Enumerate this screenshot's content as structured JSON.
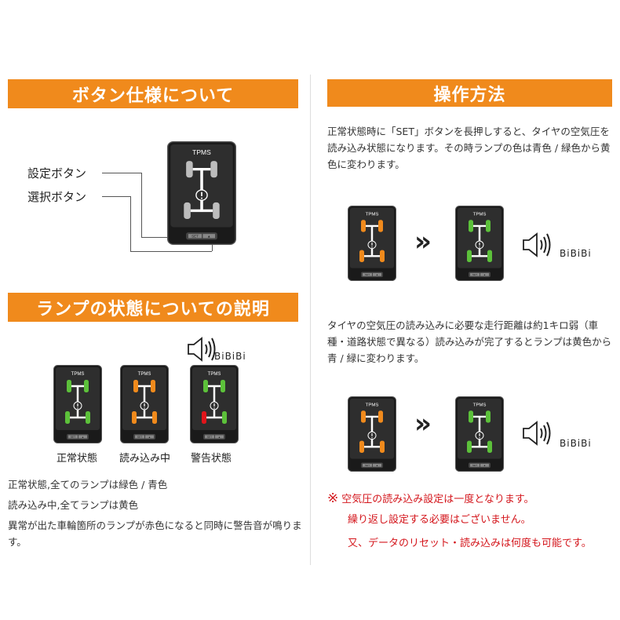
{
  "left": {
    "header1": "ボタン仕様について",
    "set_button_label": "設定ボタン",
    "select_button_label": "選択ボタン",
    "header2": "ランプの状態についての説明",
    "captions": [
      "正常状態",
      "読み込み中",
      "警告状態"
    ],
    "sound": "BiBiBi",
    "notes": [
      "正常状態,全てのランプは緑色 / 青色",
      "読み込み中,全てランプは黄色",
      "異常が出た車輪箇所のランプが赤色になると同時に警告音が鳴ります。"
    ]
  },
  "right": {
    "header": "操作方法",
    "para1": "正常状態時に「SET」ボタンを長押しすると、タイヤの空気圧を読み込み状態になります。その時ランプの色は青色 / 緑色から黄色に変わります。",
    "para2": "タイヤの空気圧の読み込みに必要な走行距離は約1キロ弱（車種・道路状態で異なる）読み込みが完了するとランプは黄色から青 / 緑に変わります。",
    "arrow": "»",
    "sound": "BiBiBi",
    "notice_mark": "※",
    "notices": [
      "空気圧の読み込み設定は一度となります。",
      "繰り返し設定する必要はございません。",
      "又、データのリセット・読み込みは何度も可能です。"
    ]
  },
  "device": {
    "title": "TPMS",
    "set_key": "SET",
    "select_key": "▲"
  },
  "colors": {
    "accent": "#f08a1c",
    "green": "#5cc13a",
    "orange": "#f08a1c",
    "red": "#e0151b",
    "off": "#bdbdbd",
    "notice": "#d4161c"
  },
  "devices": [
    {
      "id": "main",
      "tires": [
        "off",
        "off",
        "off",
        "off"
      ]
    },
    {
      "id": "normal",
      "tires": [
        "green",
        "green",
        "green",
        "green"
      ]
    },
    {
      "id": "loading",
      "tires": [
        "orange",
        "orange",
        "orange",
        "orange"
      ]
    },
    {
      "id": "warning",
      "tires": [
        "green",
        "green",
        "red",
        "green"
      ]
    },
    {
      "id": "op1-before",
      "tires": [
        "orange",
        "orange",
        "orange",
        "orange"
      ]
    },
    {
      "id": "op1-after",
      "tires": [
        "green",
        "green",
        "green",
        "green"
      ]
    },
    {
      "id": "op2-before",
      "tires": [
        "orange",
        "orange",
        "orange",
        "orange"
      ]
    },
    {
      "id": "op2-after",
      "tires": [
        "green",
        "green",
        "green",
        "green"
      ]
    }
  ]
}
